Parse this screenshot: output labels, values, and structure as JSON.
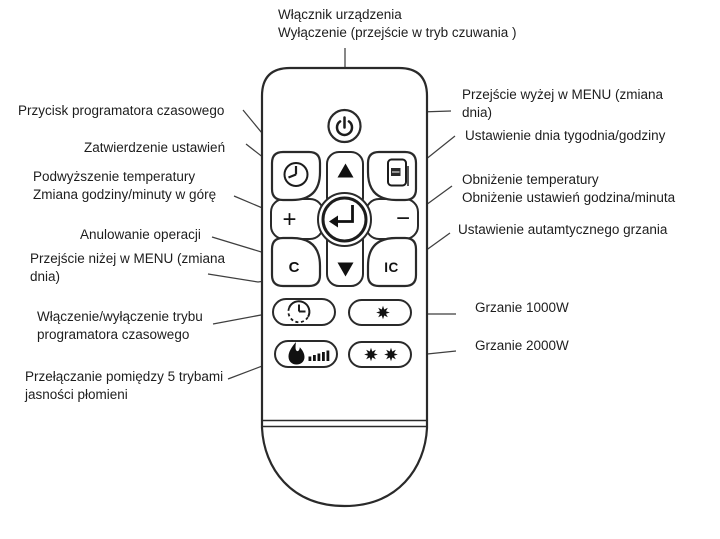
{
  "diagram": {
    "kind": "remote-control-annotated-diagram",
    "language": "pl"
  },
  "annotations": {
    "power": {
      "line1": "Włącznik urządzenia",
      "line2": "Wyłączenie (przejście w tryb czuwania )"
    },
    "timer_program_button": {
      "line1": "Przycisk programatora czasowego"
    },
    "confirm_settings": {
      "line1": "Zatwierdzenie ustawień"
    },
    "temperature_up": {
      "line1": "Podwyższenie temperatury",
      "line2": "Zmiana godziny/minuty w górę"
    },
    "cancel_operation": {
      "line1": "Anulowanie operacji"
    },
    "menu_down": {
      "line1": "Przejście niżej w MENU (zmiana",
      "line2": "dnia)"
    },
    "timer_mode_toggle": {
      "line1": "Włączenie/wyłączenie trybu",
      "line2": "programatora czasowego"
    },
    "flame_brightness": {
      "line1": "Przełączanie pomiędzy 5 trybami",
      "line2": "jasności płomieni"
    },
    "menu_up": {
      "line1": "Przejście wyżej w MENU (zmiana",
      "line2": "dnia)"
    },
    "day_time_setting": {
      "line1": "Ustawienie dnia tygodnia/godziny"
    },
    "temperature_down": {
      "line1": "Obniżenie temperatury",
      "line2": "Obniżenie ustawień godzina/minuta"
    },
    "auto_heating": {
      "line1": "Ustawienie autamtycznego grzania"
    },
    "heat_1000": {
      "line1": "Grzanie 1000W"
    },
    "heat_2000": {
      "line1": "Grzanie 2000W"
    }
  },
  "remote": {
    "cancel_button_label": "C",
    "auto_button_label": "IC",
    "plus_label": "+",
    "minus_label": "−"
  },
  "colors": {
    "line_color": "#2a2a2a",
    "connector_color": "#3f3f3f",
    "background": "#ffffff"
  }
}
